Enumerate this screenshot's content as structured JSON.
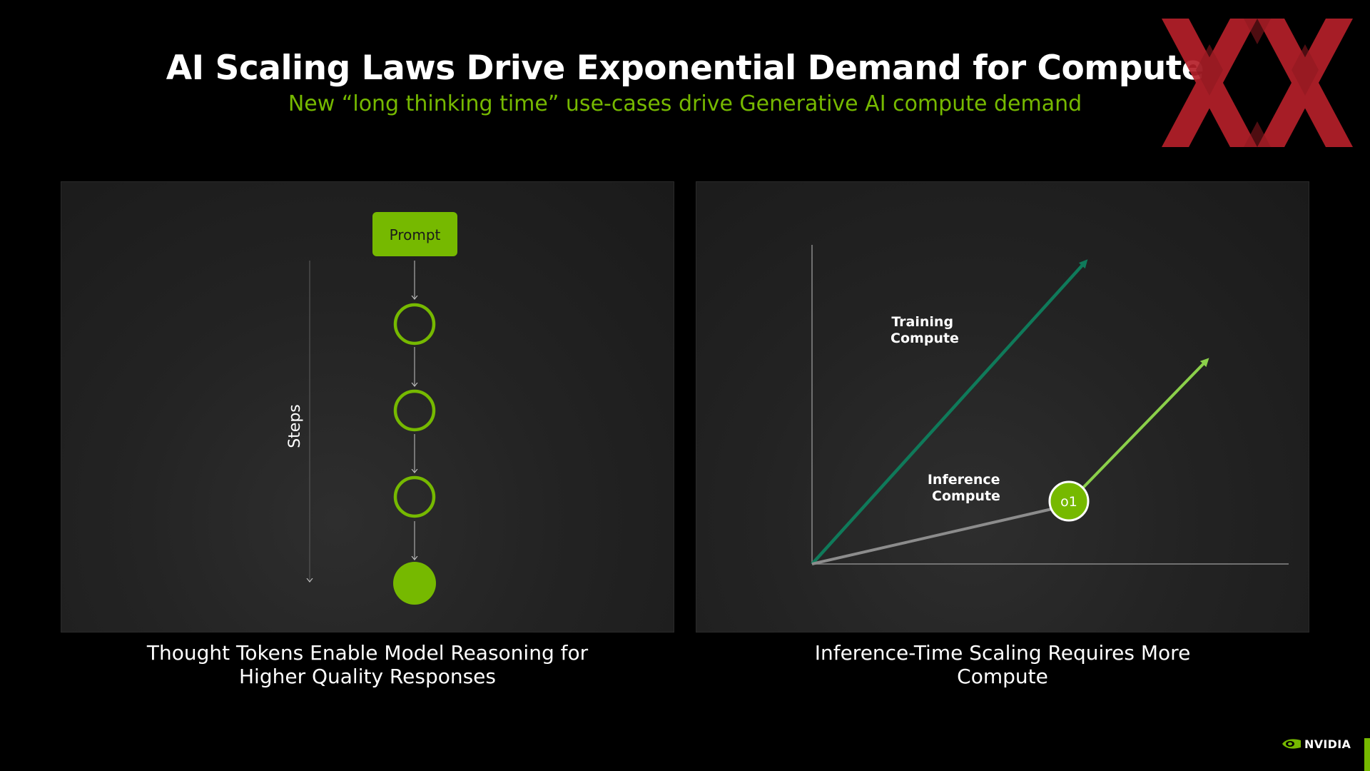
{
  "header": {
    "title": "AI Scaling Laws Drive Exponential Demand for Compute",
    "subtitle": "New  “long thinking time” use-cases drive Generative AI compute demand"
  },
  "left_panel": {
    "prompt_label": "Prompt",
    "axis_label": "Steps",
    "caption_line1": "Thought Tokens Enable Model Reasoning for",
    "caption_line2": "Higher Quality Responses",
    "step_nodes": [
      "hollow",
      "hollow",
      "hollow",
      "filled"
    ]
  },
  "right_panel": {
    "training_label_line1": "Training",
    "training_label_line2": "Compute",
    "inference_label_line1": "Inference",
    "inference_label_line2": "Compute",
    "model_badge": "o1",
    "caption_line1": "Inference-Time Scaling Requires More",
    "caption_line2": "Compute"
  },
  "footer": {
    "brand": "NVIDIA"
  },
  "colors": {
    "accent_green": "#76b900",
    "training_line": "#0f7a5a",
    "inference_line_low": "#8c8c8c",
    "inference_line_high": "#8bd04a",
    "logo_red": "#c0202a"
  },
  "icons": [
    "xx-logo-icon",
    "nvidia-eye-icon"
  ]
}
